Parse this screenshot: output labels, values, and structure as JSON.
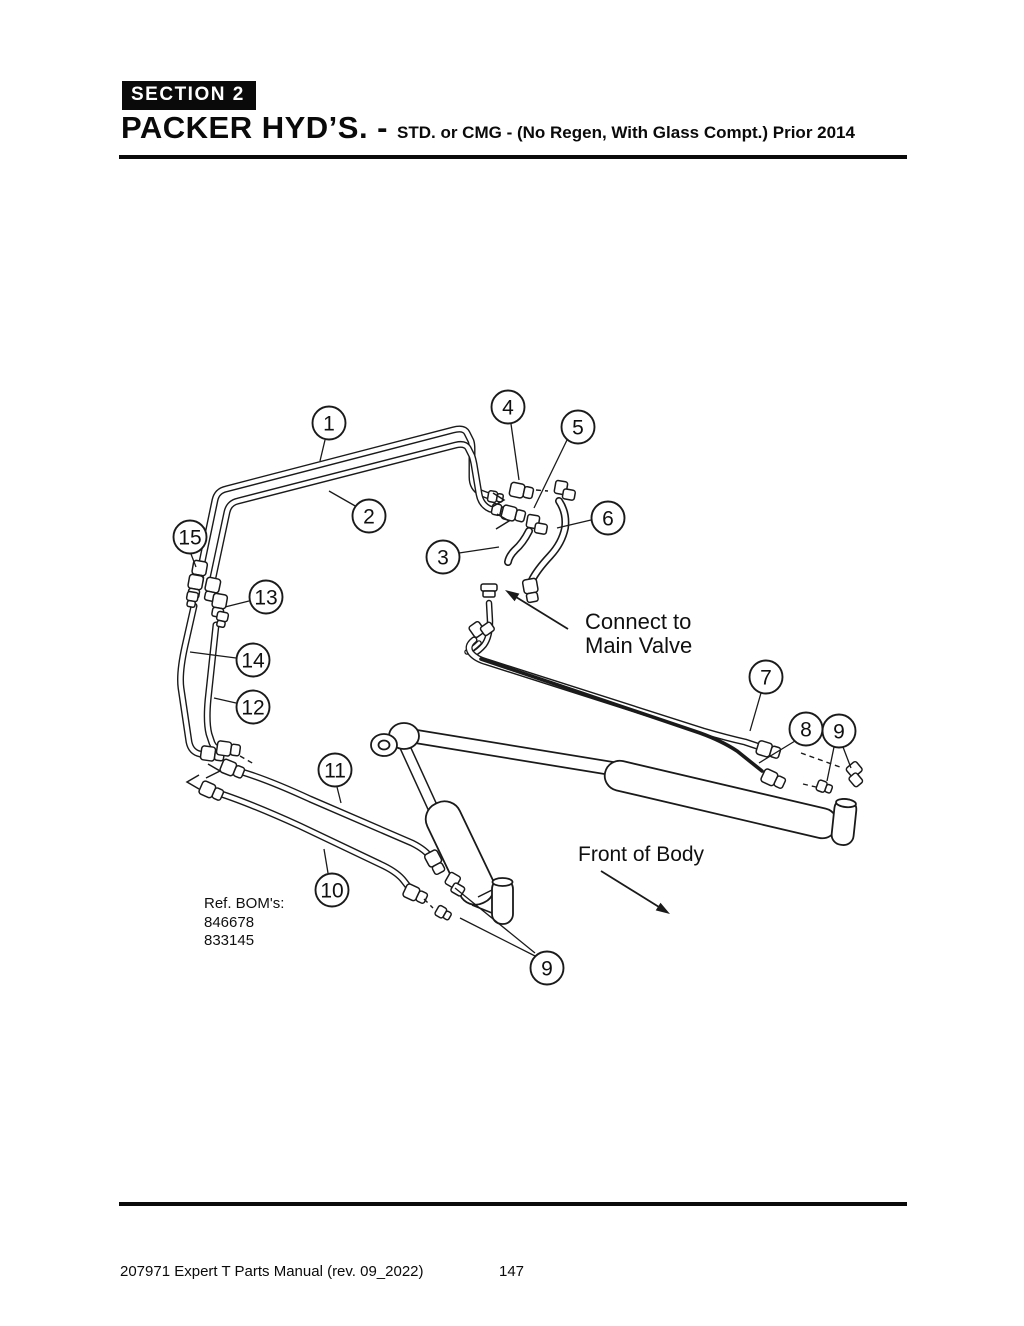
{
  "header": {
    "section": "SECTION 2",
    "title": "PACKER HYD’S. -",
    "subtitle": "STD. or CMG - (No Regen, With Glass Compt.) Prior 2014"
  },
  "labels": {
    "connect_line1": "Connect to",
    "connect_line2": "Main Valve",
    "front_of_body": "Front of Body",
    "ref_bom_heading": "Ref. BOM's:",
    "ref_bom_numbers": [
      "846678",
      "833145"
    ]
  },
  "callouts": {
    "c1": "1",
    "c2": "2",
    "c3": "3",
    "c4": "4",
    "c5": "5",
    "c6": "6",
    "c7": "7",
    "c8": "8",
    "c9": "9",
    "c9b": "9",
    "c10": "10",
    "c11": "11",
    "c12": "12",
    "c13": "13",
    "c14": "14",
    "c15": "15"
  },
  "footer": {
    "left_text": "207971 Expert T Parts Manual (rev. 09_2022)",
    "page_number": "147"
  },
  "colors": {
    "ink": "#0a0a0a",
    "paper": "#ffffff"
  }
}
